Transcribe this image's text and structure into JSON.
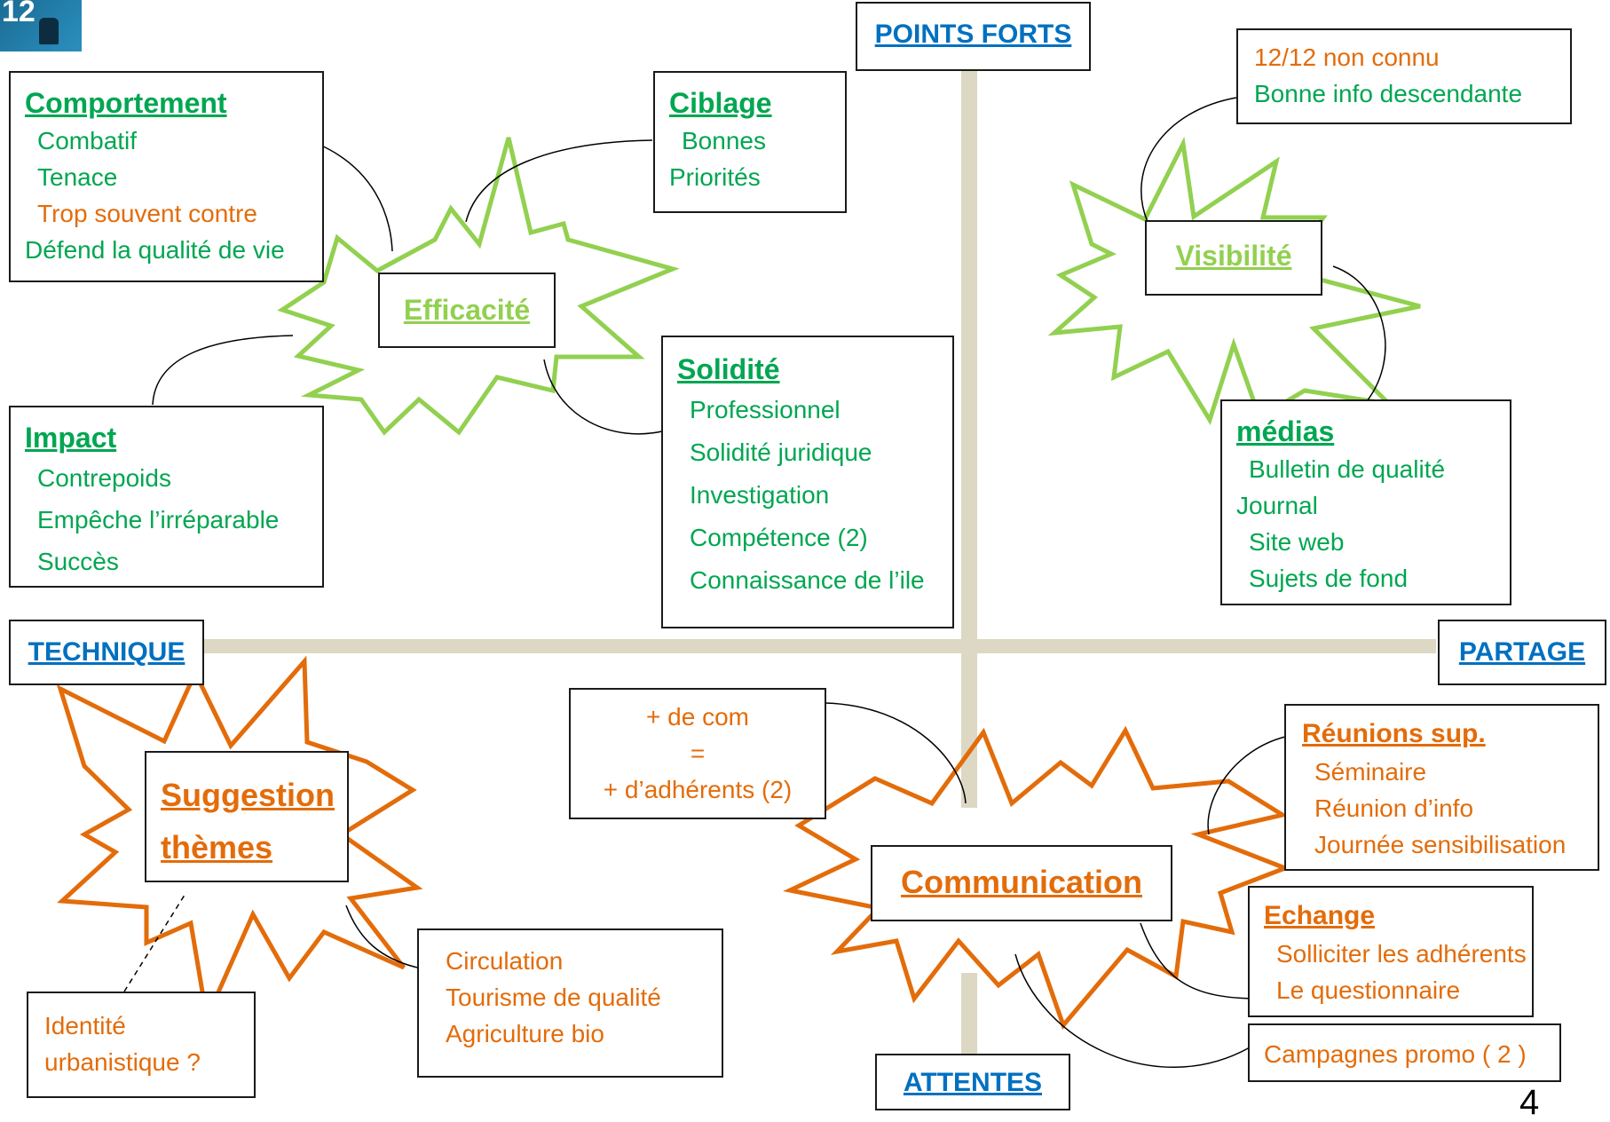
{
  "logo": {
    "text": "12"
  },
  "axes": {
    "top": "POINTS FORTS",
    "left": "TECHNIQUE",
    "right": "PARTAGE",
    "bottom": "ATTENTES"
  },
  "centers": {
    "efficacite": "Efficacité",
    "visibilite": "Visibilité",
    "suggestion": [
      "Suggestion",
      "thèmes"
    ],
    "communication": "Communication"
  },
  "boxes": {
    "comportement": {
      "title": "Comportement",
      "items": [
        "Combatif",
        "Tenace",
        "Trop souvent contre",
        "Défend la qualité de vie"
      ]
    },
    "ciblage": {
      "title": "Ciblage",
      "items": [
        "Bonnes",
        "Priorités"
      ]
    },
    "impact": {
      "title": "Impact",
      "items": [
        "Contrepoids",
        "Empêche l’irréparable",
        "Succès"
      ]
    },
    "solidite": {
      "title": "Solidité",
      "items": [
        "Professionnel",
        "Solidité juridique",
        "Investigation",
        "Compétence (2)",
        "Connaissance de l’ile"
      ]
    },
    "connu": {
      "items": [
        "12/12 non connu",
        "Bonne info descendante"
      ]
    },
    "medias": {
      "title": "médias",
      "items": [
        "Bulletin de qualité",
        "Journal",
        "Site web",
        "Sujets de fond"
      ]
    },
    "decom": {
      "items": [
        "+ de com",
        "=",
        "+ d’adhérents (2)"
      ]
    },
    "reunions": {
      "title": "Réunions sup.",
      "items": [
        "Séminaire",
        "Réunion d’info",
        "Journée sensibilisation"
      ]
    },
    "echange": {
      "title": "Echange",
      "items": [
        "Solliciter les adhérents",
        "Le questionnaire"
      ]
    },
    "campagnes": {
      "items": [
        "Campagnes promo ( 2 )"
      ]
    },
    "circulation": {
      "items": [
        "Circulation",
        "Tourisme de qualité",
        "Agriculture bio"
      ]
    },
    "identite": {
      "items": [
        "Identité",
        "urbanistique ?"
      ]
    }
  },
  "page_number": "4",
  "colors": {
    "green_text": "#00a651",
    "lime": "#92d050",
    "orange": "#e36c0a",
    "blue": "#0070c0",
    "axis_bar": "#ddd8c4"
  }
}
